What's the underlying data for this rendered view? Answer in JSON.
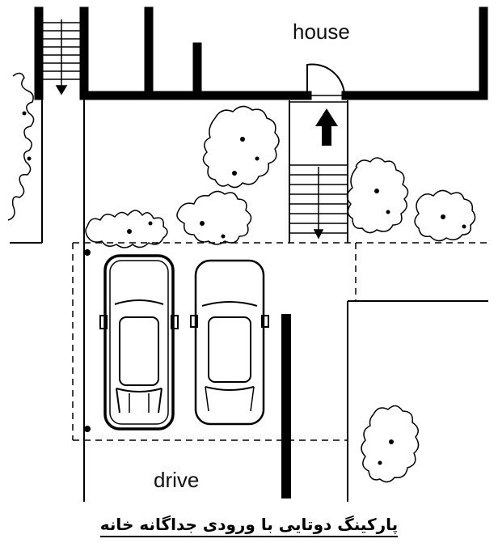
{
  "labels": {
    "house": "house",
    "drive": "drive"
  },
  "caption": "پارکینگ دوتایی با ورودی جداگانه خانه",
  "colors": {
    "ink": "#111111",
    "background": "#ffffff"
  }
}
